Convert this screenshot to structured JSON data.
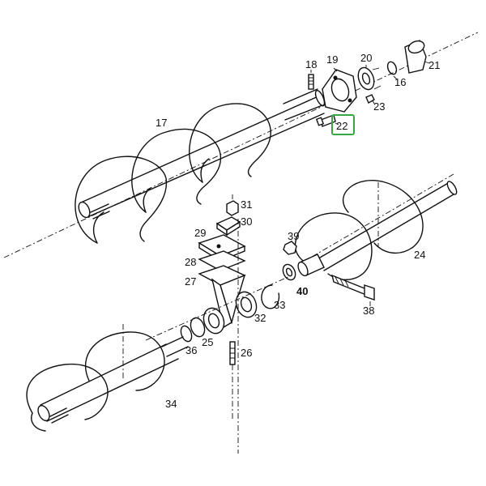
{
  "diagram": {
    "highlight_color": "#35a845",
    "labels": {
      "p16": "16",
      "p17": "17",
      "p18": "18",
      "p19": "19",
      "p20": "20",
      "p21": "21",
      "p22": "22",
      "p23": "23",
      "p24": "24",
      "p25": "25",
      "p26": "26",
      "p27": "27",
      "p28": "28",
      "p29": "29",
      "p30": "30",
      "p31": "31",
      "p32": "32",
      "p33": "33",
      "p34": "34",
      "p36": "36",
      "p38": "38",
      "p39": "39",
      "p40": "40"
    },
    "highlighted_part": "22"
  }
}
